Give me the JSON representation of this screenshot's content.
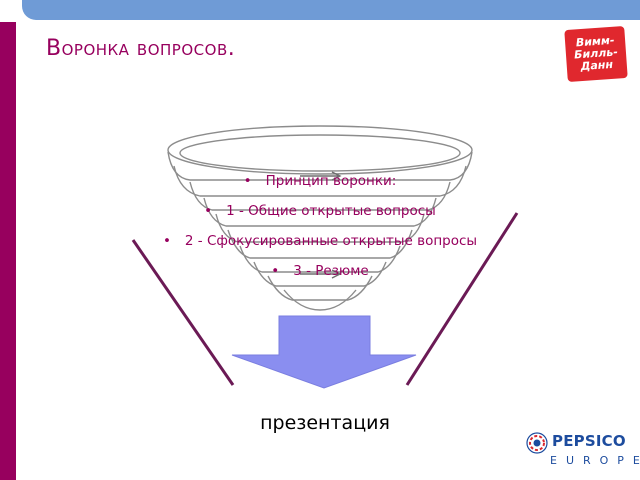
{
  "slide": {
    "title": "Воронка вопросов.",
    "bullets": [
      "Принцип воронки:",
      "1 - Общие открытые вопросы",
      "2 - Сфокусированные открытые вопросы",
      "3 - Резюме"
    ],
    "bullet_glyph": "•",
    "result_label": "презентация"
  },
  "logos": {
    "top_right": {
      "text_lines": [
        "Вимм-",
        "Билль-",
        "Данн"
      ]
    },
    "bottom_right": {
      "name": "PEPSICO",
      "region": "EUROPE"
    }
  },
  "colors": {
    "accent": "#97005e",
    "top_bar": "#6f9bd6",
    "arrow_fill": "#8a8ef0",
    "pepsico_blue": "#1d4c9e",
    "logo_red": "#e0282e"
  }
}
